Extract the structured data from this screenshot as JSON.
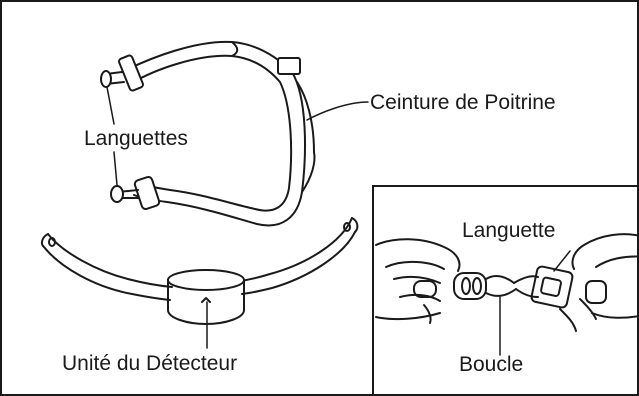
{
  "labels": {
    "tabs": "Languettes",
    "chest_strap": "Ceinture de Poitrine",
    "sensor_unit": "Unité du Détecteur",
    "tab": "Languette",
    "buckle": "Boucle"
  },
  "colors": {
    "line": "#1a1a1a",
    "fill": "#ffffff"
  }
}
